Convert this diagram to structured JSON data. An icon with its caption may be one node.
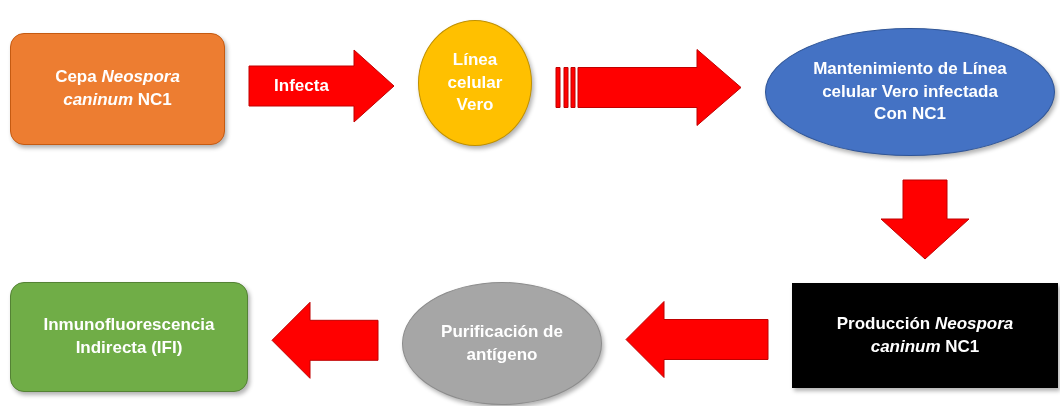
{
  "diagram": {
    "nodes": [
      {
        "text": [
          "Cepa *Neospora caninum* NC1"
        ]
      },
      {
        "text": [
          "Línea celular Vero"
        ]
      },
      {
        "text": [
          "Mantenimiento de Línea celular Vero infectada Con NC1"
        ]
      },
      {
        "text": [
          "Producción *Neospora caninum* NC1"
        ]
      },
      {
        "text": [
          "Purificación de antígeno"
        ]
      },
      {
        "text": [
          "Inmunofluorescencia Indirecta (IFI)"
        ]
      }
    ],
    "edges": [
      {
        "from": 0,
        "to": 1,
        "arrow": "to",
        "label": "Infecta"
      },
      {
        "from": 1,
        "to": 2,
        "arrow": "to"
      },
      {
        "from": 2,
        "to": 3,
        "arrow": "to"
      },
      {
        "from": 3,
        "to": 4,
        "arrow": "to"
      },
      {
        "from": 4,
        "to": 5,
        "arrow": "to"
      }
    ]
  }
}
